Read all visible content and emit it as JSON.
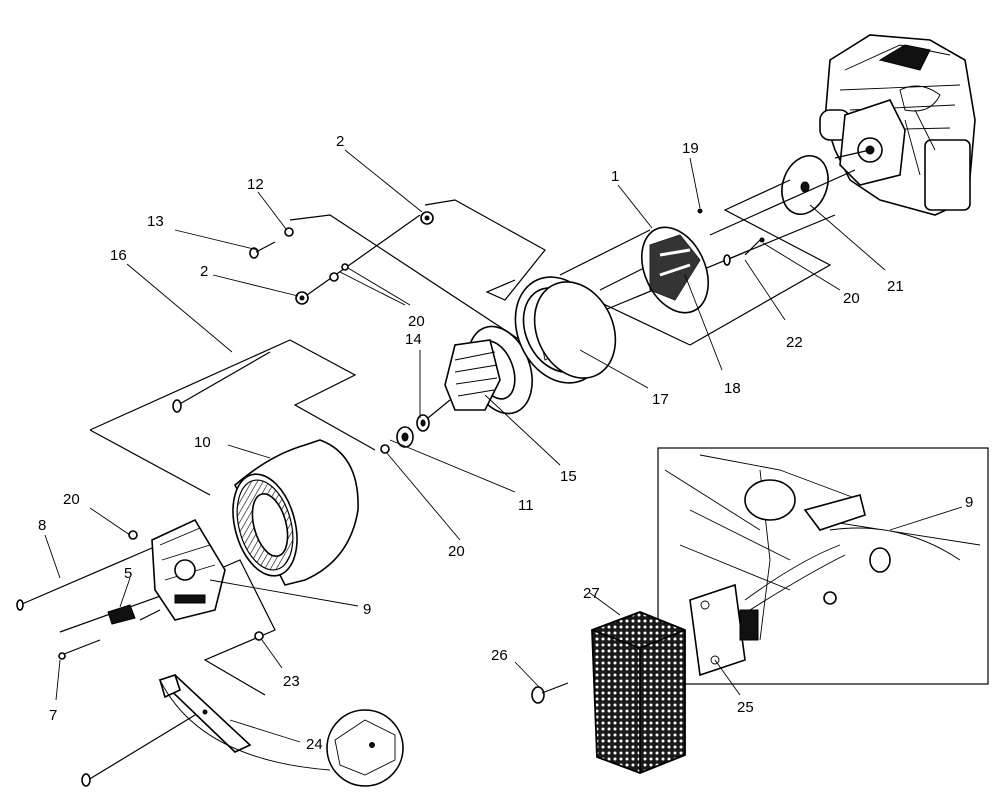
{
  "callouts": [
    {
      "id": "c1",
      "text": "1"
    },
    {
      "id": "c2a",
      "text": "2"
    },
    {
      "id": "c2b",
      "text": "2"
    },
    {
      "id": "c5",
      "text": "5"
    },
    {
      "id": "c7",
      "text": "7"
    },
    {
      "id": "c8",
      "text": "8"
    },
    {
      "id": "c9a",
      "text": "9"
    },
    {
      "id": "c9b",
      "text": "9"
    },
    {
      "id": "c10",
      "text": "10"
    },
    {
      "id": "c11",
      "text": "11"
    },
    {
      "id": "c12",
      "text": "12"
    },
    {
      "id": "c13",
      "text": "13"
    },
    {
      "id": "c14",
      "text": "14"
    },
    {
      "id": "c15",
      "text": "15"
    },
    {
      "id": "c16",
      "text": "16"
    },
    {
      "id": "c17",
      "text": "17"
    },
    {
      "id": "c18",
      "text": "18"
    },
    {
      "id": "c19",
      "text": "19"
    },
    {
      "id": "c20a",
      "text": "20"
    },
    {
      "id": "c20b",
      "text": "20"
    },
    {
      "id": "c20c",
      "text": "20"
    },
    {
      "id": "c20d",
      "text": "20"
    },
    {
      "id": "c21",
      "text": "21"
    },
    {
      "id": "c22",
      "text": "22"
    },
    {
      "id": "c23",
      "text": "23"
    },
    {
      "id": "c24",
      "text": "24"
    },
    {
      "id": "c25",
      "text": "25"
    },
    {
      "id": "c26",
      "text": "26"
    },
    {
      "id": "c27",
      "text": "27"
    }
  ]
}
